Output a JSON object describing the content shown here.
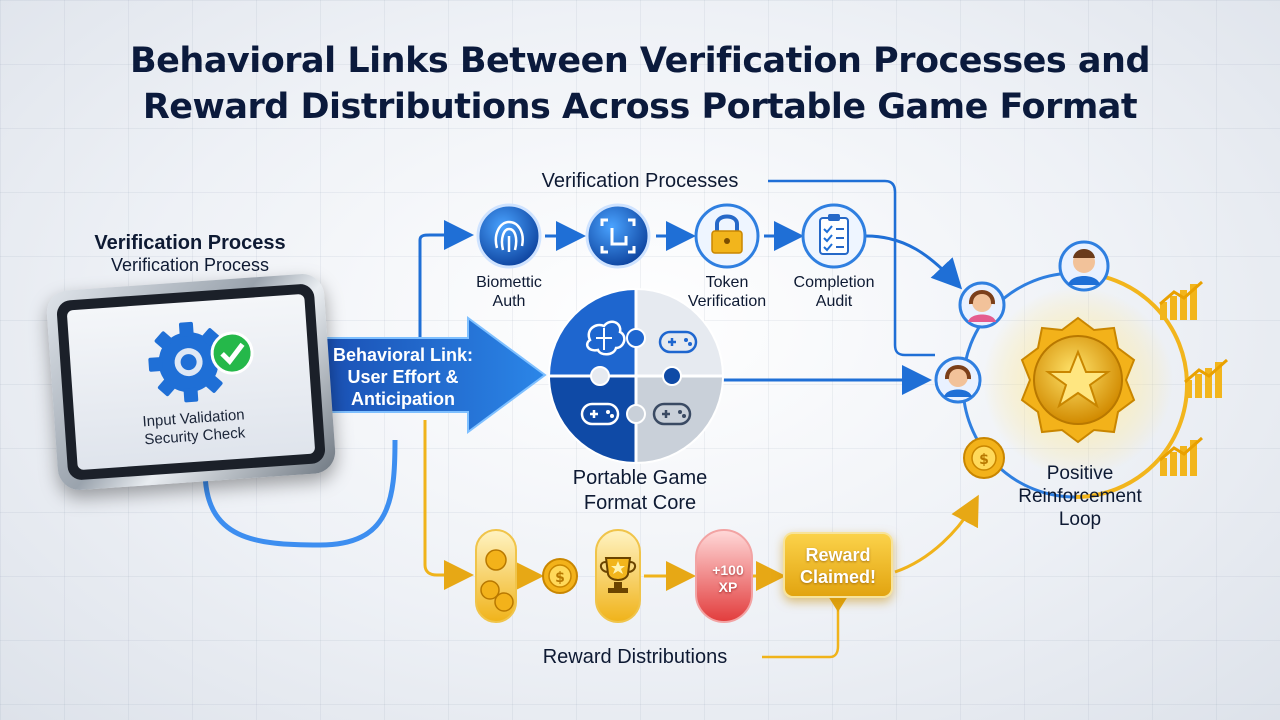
{
  "title": {
    "line1": "Behavioral Links Between Verification Processes and",
    "line2": "Reward Distributions Across Portable Game Format"
  },
  "verification_section": {
    "label": "Verification Processes"
  },
  "reward_section": {
    "label": "Reward Distributions"
  },
  "input_panel": {
    "title": "Verification Process",
    "subtitle": "Verification Process",
    "screen_line1": "Input Validation",
    "screen_line2": "Security Check"
  },
  "behavioral_link": {
    "line1": "Behavioral Link:",
    "line2": "User Effort &",
    "line3": "Anticipation"
  },
  "steps": [
    {
      "icon": "fingerprint-icon",
      "line1": "Biomettic",
      "line2": "Auth"
    },
    {
      "icon": "face-scan-icon",
      "line1": "",
      "line2": ""
    },
    {
      "icon": "padlock-icon",
      "line1": "Token",
      "line2": "Verification"
    },
    {
      "icon": "clipboard-checklist-icon",
      "line1": "Completion",
      "line2": "Audit"
    }
  ],
  "core": {
    "line1": "Portable Game",
    "line2": "Format Core"
  },
  "rewards": {
    "xp_line1": "+100",
    "xp_line2": "XP",
    "claimed_line1": "Reward",
    "claimed_line2": "Claimed!"
  },
  "loop": {
    "line1": "Positive",
    "line2": "Reinforcement",
    "line3": "Loop"
  },
  "colors": {
    "blue": "#1f6fd6",
    "gold": "#f2b51c",
    "navy": "#0b1a3c"
  }
}
